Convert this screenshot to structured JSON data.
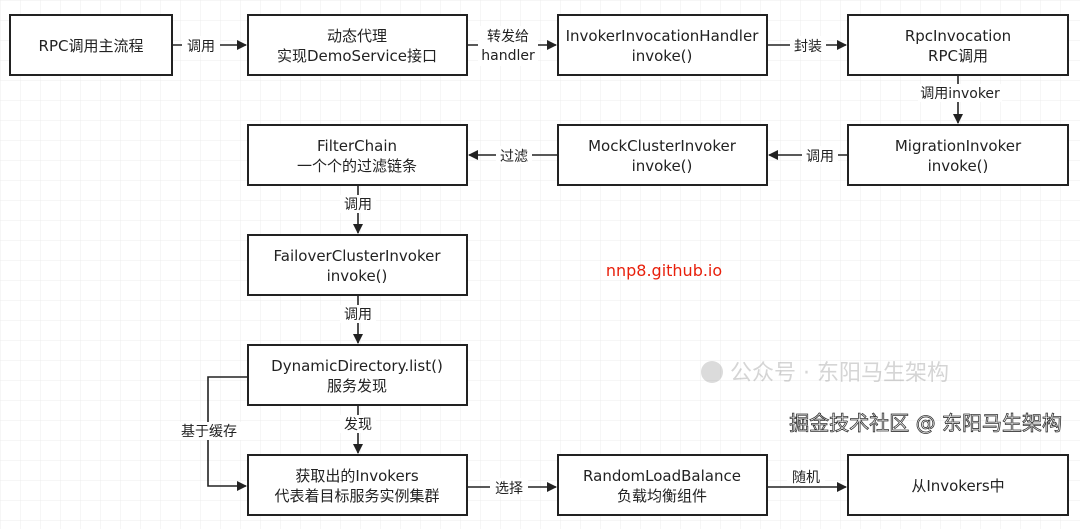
{
  "nodes": {
    "n1": {
      "line1": "RPC调用主流程"
    },
    "n2": {
      "line1": "动态代理",
      "line2": "实现DemoService接口"
    },
    "n3": {
      "line1": "InvokerInvocationHandler",
      "line2": "invoke()"
    },
    "n4": {
      "line1": "RpcInvocation",
      "line2": "RPC调用"
    },
    "n5": {
      "line1": "MigrationInvoker",
      "line2": "invoke()"
    },
    "n6": {
      "line1": "MockClusterInvoker",
      "line2": "invoke()"
    },
    "n7": {
      "line1": "FilterChain",
      "line2": "一个个的过滤链条"
    },
    "n8": {
      "line1": "FailoverClusterInvoker",
      "line2": "invoke()"
    },
    "n9": {
      "line1": "DynamicDirectory.list()",
      "line2": "服务发现"
    },
    "n10": {
      "line1": "获取出的Invokers",
      "line2": "代表着目标服务实例集群"
    },
    "n11": {
      "line1": "RandomLoadBalance",
      "line2": "负载均衡组件"
    },
    "n12": {
      "line1": "从Invokers中"
    }
  },
  "edges": {
    "e1": "调用",
    "e2a": "转发给",
    "e2b": "handler",
    "e3": "封装",
    "e4": "调用invoker",
    "e5": "调用",
    "e6": "过滤",
    "e7": "调用",
    "e8": "调用",
    "e9": "发现",
    "e10": "基于缓存",
    "e11": "选择",
    "e12": "随机"
  },
  "annotation": "nnp8.github.io",
  "watermarks": {
    "wechat": "公众号 · 东阳马生架构",
    "juejin": "掘金技术社区 @ 东阳马生架构"
  },
  "colors": {
    "annotation": "#e8200c",
    "box_stroke": "#222222",
    "grid": "#ececec"
  }
}
